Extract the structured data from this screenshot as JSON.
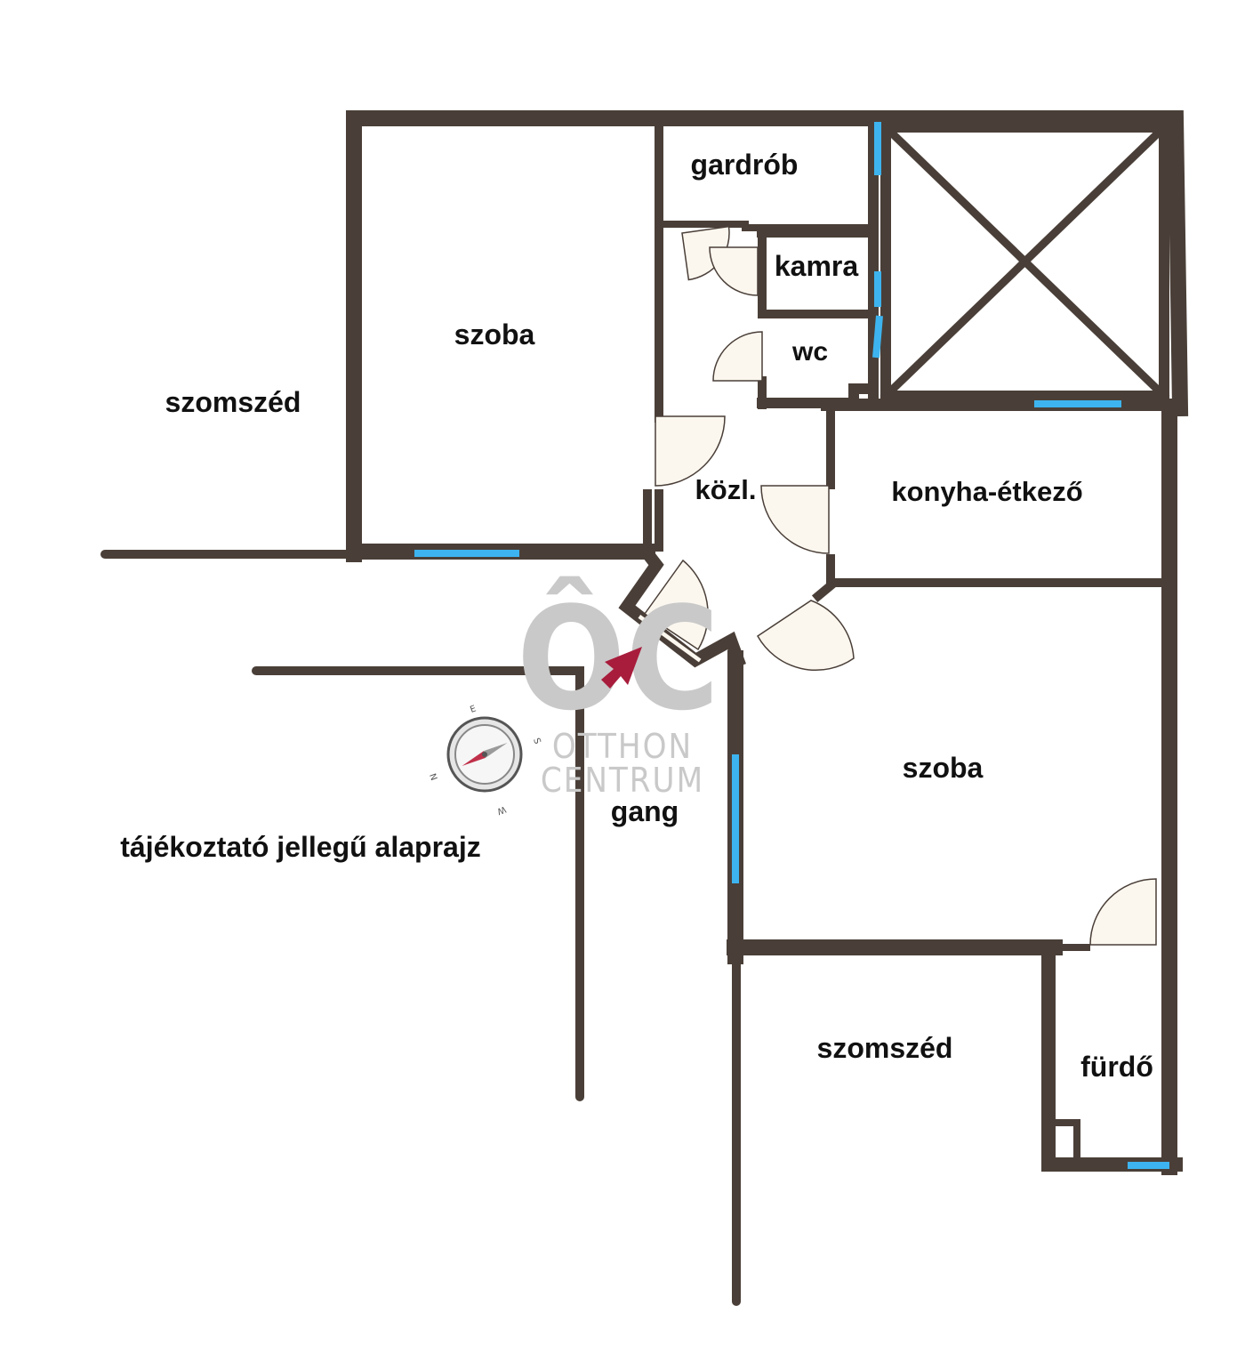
{
  "rooms": {
    "szoba_top": "szoba",
    "gardrob": "gardrób",
    "kamra": "kamra",
    "wc": "wc",
    "kozl": "közl.",
    "konyha": "konyha-étkező",
    "szoba_right": "szoba",
    "gang": "gang",
    "furdo": "fürdő",
    "szomszed_left": "szomszéd",
    "szomszed_bottom": "szomszéd"
  },
  "note": "tájékoztató jellegű alaprajz",
  "watermark": {
    "logo": "ÔC",
    "line1": "OTTHON",
    "line2": "CENTRUM"
  },
  "compass": {
    "n": "N",
    "e": "E",
    "s": "S",
    "w": "W"
  },
  "colors": {
    "wall": "#4a3f38",
    "window": "#3db4ef",
    "door_fill": "#fbf7ef",
    "arrow": "#a81d3c",
    "watermark": "#c9c9c9"
  }
}
